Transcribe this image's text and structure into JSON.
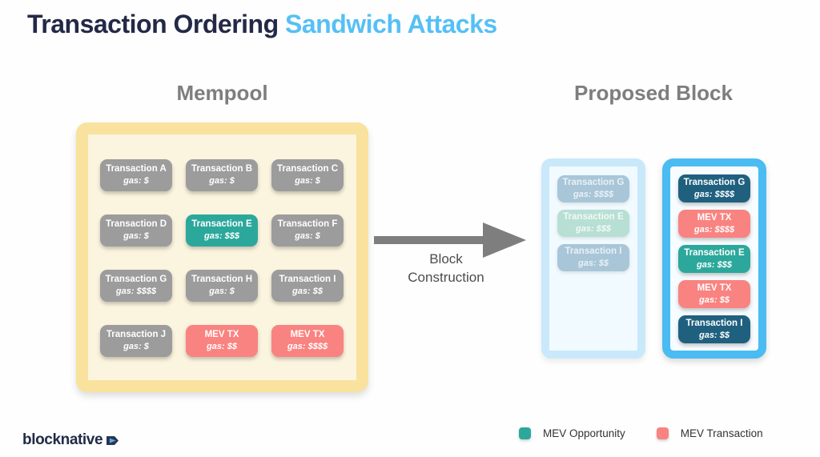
{
  "title": {
    "part1": "Transaction Ordering",
    "part2": "Sandwich Attacks"
  },
  "mempool": {
    "heading": "Mempool",
    "cards": [
      {
        "label": "Transaction A",
        "gas": "gas: $",
        "type": "normal"
      },
      {
        "label": "Transaction B",
        "gas": "gas: $",
        "type": "normal"
      },
      {
        "label": "Transaction C",
        "gas": "gas: $",
        "type": "normal"
      },
      {
        "label": "Transaction D",
        "gas": "gas: $",
        "type": "normal"
      },
      {
        "label": "Transaction E",
        "gas": "gas: $$$",
        "type": "mev-opportunity"
      },
      {
        "label": "Transaction F",
        "gas": "gas: $",
        "type": "normal"
      },
      {
        "label": "Transaction G",
        "gas": "gas: $$$$",
        "type": "normal"
      },
      {
        "label": "Transaction H",
        "gas": "gas: $",
        "type": "normal"
      },
      {
        "label": "Transaction I",
        "gas": "gas: $$",
        "type": "normal"
      },
      {
        "label": "Transaction J",
        "gas": "gas: $",
        "type": "normal"
      },
      {
        "label": "MEV TX",
        "gas": "gas: $$",
        "type": "mev-transaction"
      },
      {
        "label": "MEV TX",
        "gas": "gas: $$$$",
        "type": "mev-transaction"
      }
    ]
  },
  "transition": {
    "line1": "Block",
    "line2": "Construction"
  },
  "proposed_block": {
    "heading": "Proposed Block",
    "candidate_cards": [
      {
        "label": "Transaction G",
        "gas": "gas: $$$$",
        "type": "ghost-normal"
      },
      {
        "label": "Transaction E",
        "gas": "gas: $$$",
        "type": "ghost-opportunity"
      },
      {
        "label": "Transaction I",
        "gas": "gas: $$",
        "type": "ghost-normal"
      }
    ],
    "final_cards": [
      {
        "label": "Transaction G",
        "gas": "gas: $$$$",
        "type": "included"
      },
      {
        "label": "MEV TX",
        "gas": "gas: $$$$",
        "type": "mev-transaction"
      },
      {
        "label": "Transaction E",
        "gas": "gas: $$$",
        "type": "mev-opportunity"
      },
      {
        "label": "MEV TX",
        "gas": "gas: $$",
        "type": "mev-transaction"
      },
      {
        "label": "Transaction I",
        "gas": "gas: $$",
        "type": "included"
      }
    ]
  },
  "footer": {
    "logo_text": "blocknative",
    "legend": [
      {
        "label": "MEV Opportunity",
        "color": "#2BA89B"
      },
      {
        "label": "MEV Transaction",
        "color": "#F98380"
      }
    ]
  },
  "colors": {
    "title_dark": "#232946",
    "title_accent": "#55C0F5",
    "heading_gray": "#7E7E7E",
    "mempool_border": "#F9E29D",
    "mempool_fill": "#FBF4DF",
    "normal_card": "#9C9C9C",
    "mev_opportunity_card": "#2BA89B",
    "mev_transaction_card": "#F98380",
    "included_card": "#20607F",
    "candidate_border": "#C9E9FB",
    "final_border": "#4ABCF1",
    "arrow_gray": "#7E7E7E"
  }
}
